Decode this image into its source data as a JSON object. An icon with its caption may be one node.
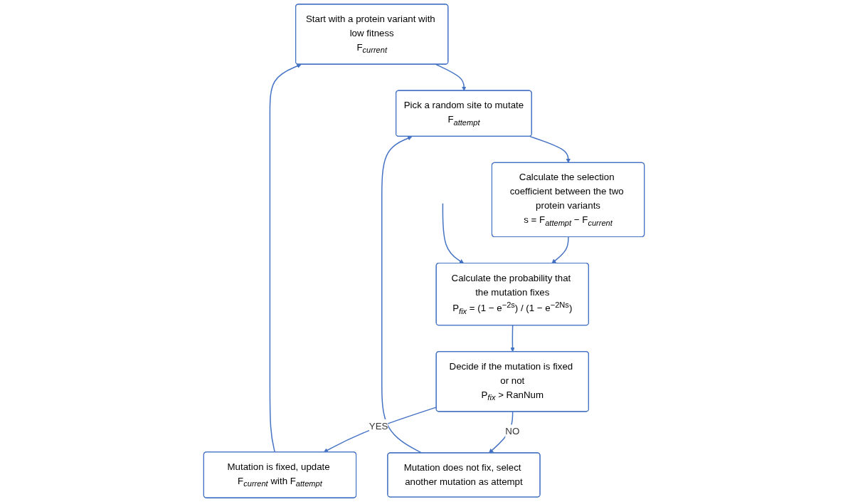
{
  "diagram": {
    "nodes": [
      {
        "text": [
          "Start with a protein variant with low fitness",
          "F$_{current}$"
        ]
      },
      {
        "text": [
          "Pick a random site to mutate",
          "F$_{attempt}$"
        ]
      },
      {
        "text": [
          "Calculate the selection coefficient between the two protein variants",
          "s = F$_{attempt}$ − F$_{current}$"
        ]
      },
      {
        "text": [
          "Calculate the probability that the mutation fixes",
          "P$_{fix}$ = (1 − e$^{−2s}$) / (1 − e$^{−2Ns}$)"
        ]
      },
      {
        "text": [
          "Decide if the mutation is fixed or not",
          "P$_{fix}$ > RanNum"
        ]
      },
      {
        "text": [
          "Mutation is fixed, update F$_{current}$ with F$_{attempt}$"
        ]
      },
      {
        "text": [
          "Mutation does not fix, select another mutation as attempt"
        ]
      }
    ],
    "edges": [
      {
        "from": 0,
        "to": 1,
        "arrow": "to"
      },
      {
        "from": 1,
        "to": 2,
        "arrow": "to"
      },
      {
        "from": 2,
        "to": 3,
        "arrow": "to"
      },
      {
        "from": null,
        "to": 3,
        "arrow": "to"
      },
      {
        "from": 3,
        "to": 4,
        "arrow": "to"
      },
      {
        "from": 4,
        "to": 5,
        "arrow": "to",
        "label": "YES"
      },
      {
        "from": 5,
        "to": 0,
        "arrow": "to"
      },
      {
        "from": 4,
        "to": 6,
        "arrow": "to",
        "label": "NO"
      },
      {
        "from": 6,
        "to": 1,
        "arrow": "to"
      }
    ]
  }
}
